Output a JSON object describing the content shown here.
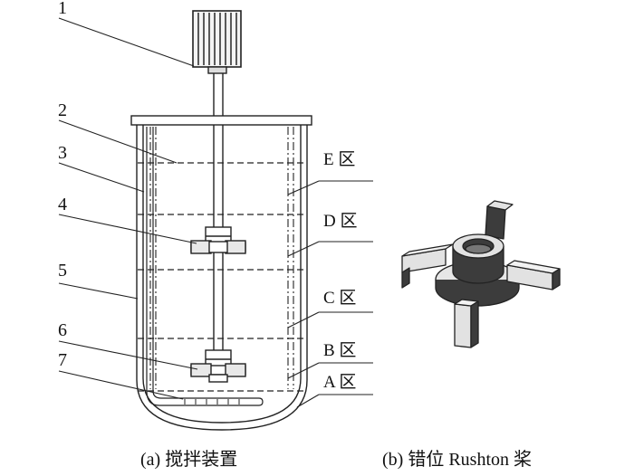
{
  "figure": {
    "callouts": [
      {
        "id": "1",
        "label": "1"
      },
      {
        "id": "2",
        "label": "2"
      },
      {
        "id": "3",
        "label": "3"
      },
      {
        "id": "4",
        "label": "4"
      },
      {
        "id": "5",
        "label": "5"
      },
      {
        "id": "6",
        "label": "6"
      },
      {
        "id": "7",
        "label": "7"
      }
    ],
    "zones": [
      {
        "id": "E",
        "label": "E 区"
      },
      {
        "id": "D",
        "label": "D 区"
      },
      {
        "id": "C",
        "label": "C 区"
      },
      {
        "id": "B",
        "label": "B 区"
      },
      {
        "id": "A",
        "label": "A 区"
      }
    ],
    "captions": {
      "a": "(a) 搅拌装置",
      "b": "(b) 错位 Rushton 桨"
    },
    "colors": {
      "line": "#222222",
      "blade_face": "#e2e2e2",
      "blade_side": "#3c3c3c"
    }
  }
}
